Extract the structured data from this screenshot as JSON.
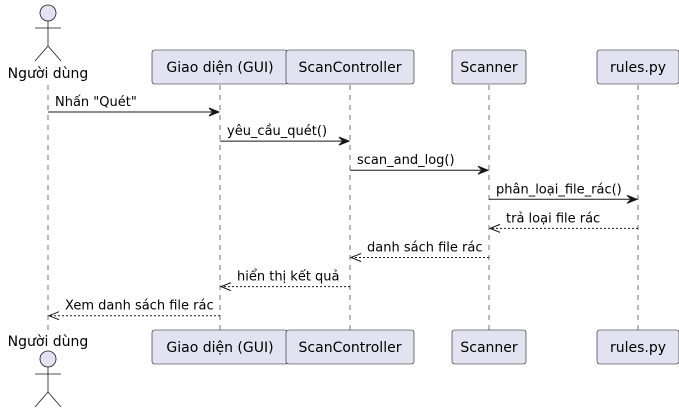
{
  "participants": [
    {
      "id": "user",
      "type": "actor",
      "label": "Người dùng"
    },
    {
      "id": "gui",
      "type": "participant",
      "label": "Giao diện (GUI)"
    },
    {
      "id": "ctrl",
      "type": "participant",
      "label": "ScanController"
    },
    {
      "id": "scanner",
      "type": "participant",
      "label": "Scanner"
    },
    {
      "id": "rules",
      "type": "participant",
      "label": "rules.py"
    }
  ],
  "messages": [
    {
      "from": "user",
      "to": "gui",
      "style": "sync",
      "label": "Nhấn \"Quét\""
    },
    {
      "from": "gui",
      "to": "ctrl",
      "style": "sync",
      "label": "yêu_cầu_quét()"
    },
    {
      "from": "ctrl",
      "to": "scanner",
      "style": "sync",
      "label": "scan_and_log()"
    },
    {
      "from": "scanner",
      "to": "rules",
      "style": "sync",
      "label": "phân_loại_file_rác()"
    },
    {
      "from": "rules",
      "to": "scanner",
      "style": "return",
      "label": "trả loại file rác"
    },
    {
      "from": "scanner",
      "to": "ctrl",
      "style": "return",
      "label": "danh sách file rác"
    },
    {
      "from": "ctrl",
      "to": "gui",
      "style": "return",
      "label": "hiển thị kết quả"
    },
    {
      "from": "gui",
      "to": "user",
      "style": "return",
      "label": "Xem danh sách file rác"
    }
  ],
  "colors": {
    "participant_fill": "#E2E2F0",
    "line": "#181818",
    "background": "#FFFFFF"
  }
}
